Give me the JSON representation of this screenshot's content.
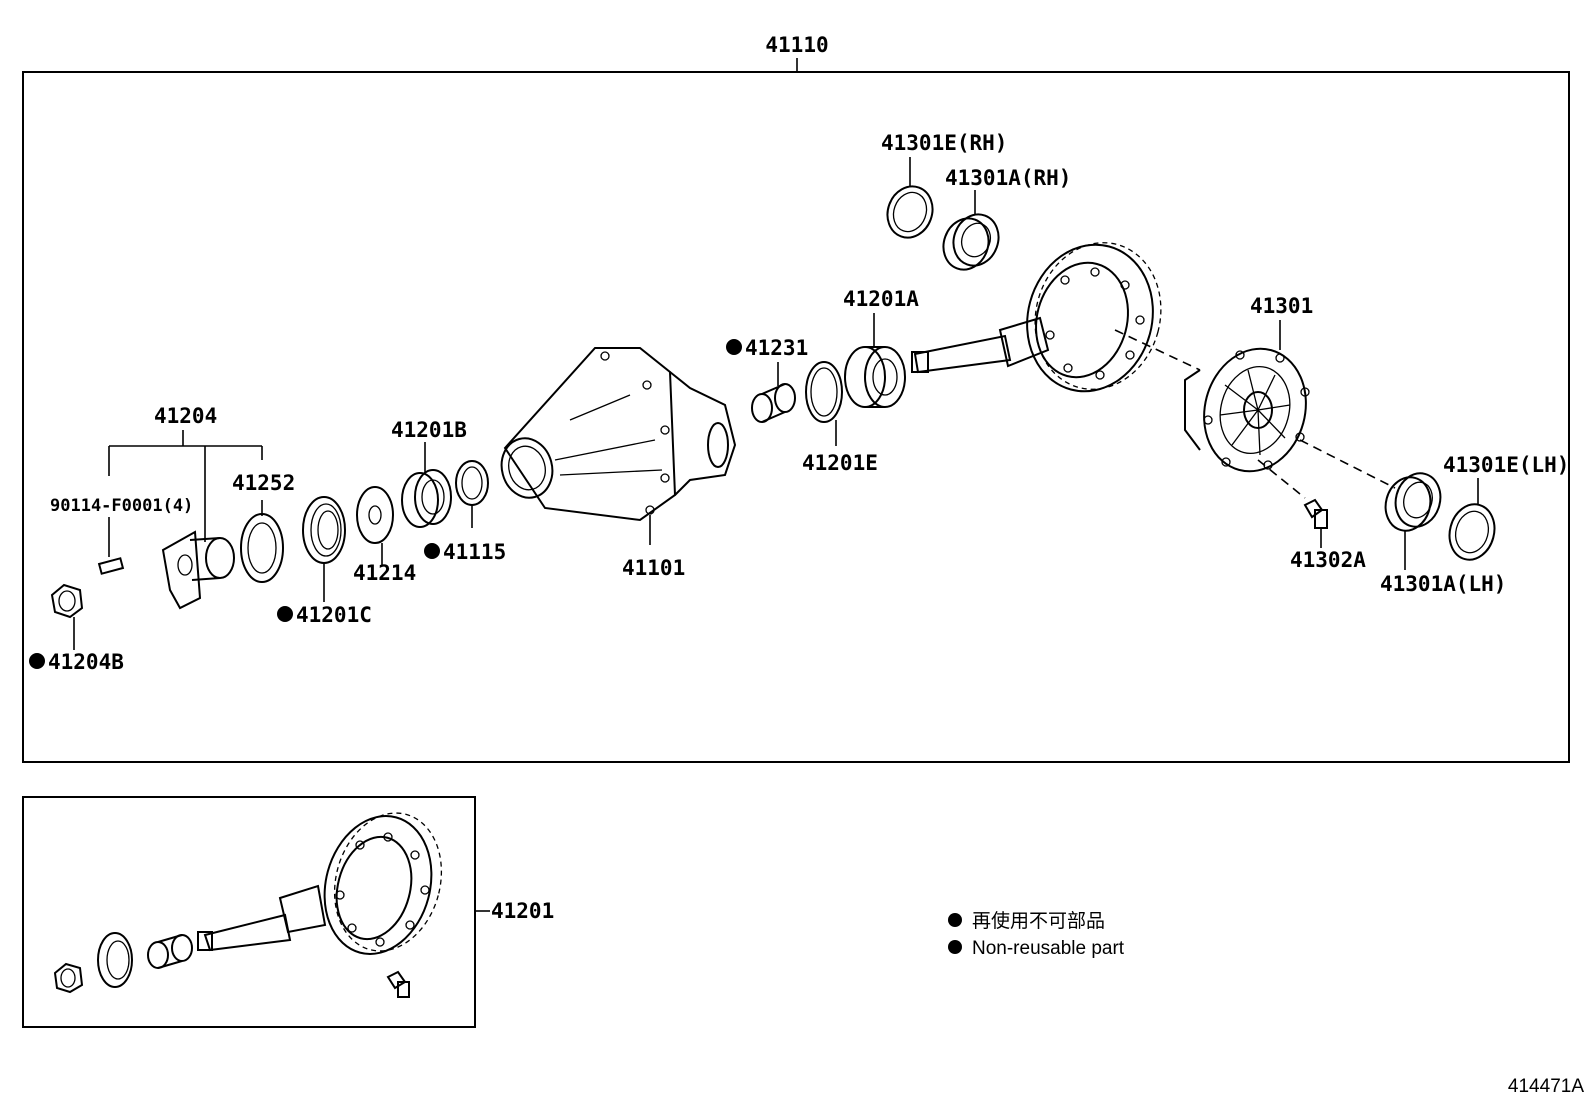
{
  "assembly": "41110",
  "labels": {
    "l41301E_RH": "41301E(RH)",
    "l41301A_RH": "41301A(RH)",
    "l41201A": "41201A",
    "l41231": "41231",
    "l41301": "41301",
    "l41204": "41204",
    "l41201B": "41201B",
    "l41252": "41252",
    "l90114": "90114-F0001(4)",
    "l41201E": "41201E",
    "l41301E_LH": "41301E(LH)",
    "l41115": "41115",
    "l41214": "41214",
    "l41101": "41101",
    "l41302A": "41302A",
    "l41301A_LH": "41301A(LH)",
    "l41201C": "41201C",
    "l41204B": "41204B",
    "l41201": "41201"
  },
  "legend": {
    "line1": "再使用不可部品",
    "line2": "Non-reusable part"
  },
  "figure_id": "414471A"
}
